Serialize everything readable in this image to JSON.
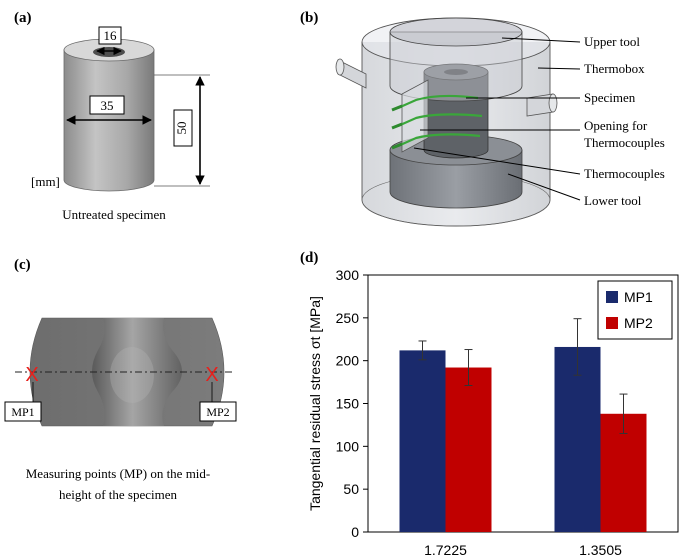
{
  "panels": {
    "a": {
      "label": "(a)",
      "dim_inner": "16",
      "dim_outer": "35",
      "dim_height": "50",
      "unit": "[mm]",
      "caption": "Untreated specimen"
    },
    "b": {
      "label": "(b)",
      "callouts": [
        "Upper tool",
        "Thermobox",
        "Specimen",
        "Opening for",
        "Thermocouples",
        "Thermocouples",
        "Lower tool"
      ]
    },
    "c": {
      "label": "(c)",
      "mp1": "MP1",
      "mp2": "MP2",
      "marker": "X",
      "caption_line1": "Measuring points (MP) on the mid-",
      "caption_line2": "height of the specimen"
    },
    "d": {
      "label": "(d)"
    }
  },
  "colors": {
    "mp1": "#1a2a6c",
    "mp2": "#c00000",
    "cross": "#e8201c"
  },
  "chart_data": {
    "type": "bar",
    "categories": [
      "1.7225",
      "1.3505"
    ],
    "series": [
      {
        "name": "MP1",
        "values": [
          212,
          216
        ],
        "errors": [
          11,
          33
        ]
      },
      {
        "name": "MP2",
        "values": [
          192,
          138
        ],
        "errors": [
          21,
          23
        ]
      }
    ],
    "ylabel": "Tangential residual stress σt [MPa]",
    "ylim": [
      0,
      300
    ],
    "yticks": [
      0,
      50,
      100,
      150,
      200,
      250,
      300
    ],
    "legend_position": "top-right",
    "grid": false
  }
}
